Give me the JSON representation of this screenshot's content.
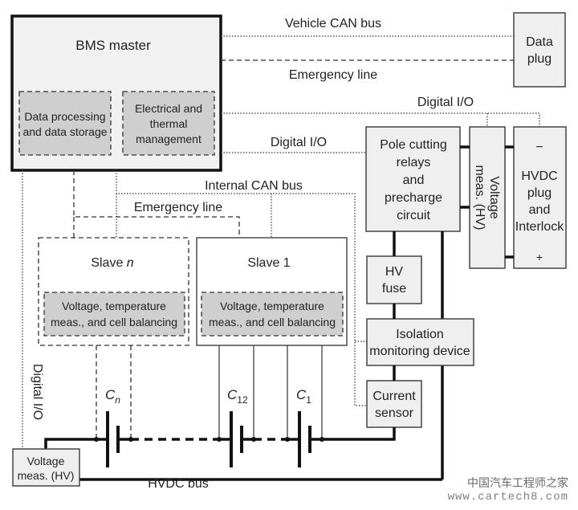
{
  "diagram": {
    "bms_master": {
      "title": "BMS master",
      "sub_left_1": "Data processing",
      "sub_left_2": "and data storage",
      "sub_right_1": "Electrical and",
      "sub_right_2": "thermal",
      "sub_right_3": "management"
    },
    "lines": {
      "vehicle_can": "Vehicle CAN bus",
      "emergency_top": "Emergency line",
      "digital_io_top": "Digital I/O",
      "digital_io_mid": "Digital I/O",
      "internal_can": "Internal CAN bus",
      "emergency_inner": "Emergency line",
      "digital_io_left": "Digital I/O",
      "hvdc_bus": "HVDC bus"
    },
    "data_plug": {
      "line1": "Data",
      "line2": "plug"
    },
    "pole_cutting": {
      "l1": "Pole cutting",
      "l2": "relays",
      "l3": "and",
      "l4": "precharge",
      "l5": "circuit"
    },
    "voltage_meas_hv_vertical": {
      "l1": "Voltage",
      "l2": "meas. (HV)"
    },
    "hvdc_plug": {
      "minus": "−",
      "l1": "HVDC",
      "l2": "plug",
      "l3": "and",
      "l4": "Interlock",
      "plus": "+"
    },
    "hv_fuse": {
      "l1": "HV",
      "l2": "fuse"
    },
    "isolation": {
      "l1": "Isolation",
      "l2": "monitoring device"
    },
    "current_sensor": {
      "l1": "Current",
      "l2": "sensor"
    },
    "slave_n": {
      "title_prefix": "Slave ",
      "title_var": "n",
      "sub1": "Voltage, temperature",
      "sub2": "meas., and cell balancing"
    },
    "slave_1": {
      "title": "Slave 1",
      "sub1": "Voltage, temperature",
      "sub2": "meas., and cell balancing"
    },
    "cells": {
      "cn": "C",
      "cn_sub": "n",
      "c12": "C",
      "c12_sub": "12",
      "c1": "C",
      "c1_sub": "1"
    },
    "voltage_meas_bottom": {
      "l1": "Voltage",
      "l2": "meas. (HV)"
    }
  },
  "watermark": {
    "cn": "中国汽车工程师之家",
    "url": "www.cartech8.com"
  }
}
